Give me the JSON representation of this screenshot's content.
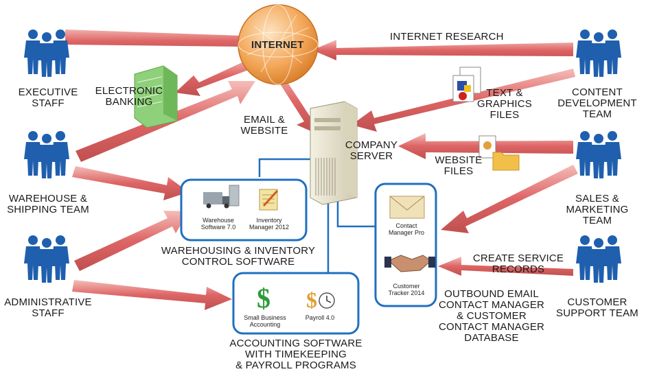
{
  "groups": {
    "executive": [
      "EXECUTIVE",
      "STAFF"
    ],
    "warehouse": [
      "WAREHOUSE &",
      "SHIPPING TEAM"
    ],
    "administrative": [
      "ADMINISTRATIVE",
      "STAFF"
    ],
    "content": [
      "CONTENT",
      "DEVELOPMENT",
      "TEAM"
    ],
    "sales": [
      "SALES &",
      "MARKETING",
      "TEAM"
    ],
    "support": [
      "CUSTOMER",
      "SUPPORT TEAM"
    ]
  },
  "center": {
    "internet": "INTERNET",
    "banking": [
      "ELECTRONIC",
      "BANKING"
    ],
    "email_website": [
      "EMAIL &",
      "WEBSITE"
    ],
    "server": [
      "COMPANY",
      "SERVER"
    ]
  },
  "flows": {
    "internet_research": "INTERNET RESEARCH",
    "text_graphics": [
      "TEXT &",
      "GRAPHICS",
      "FILES"
    ],
    "website_files": [
      "WEBSITE",
      "FILES"
    ],
    "service_records": [
      "CREATE SERVICE",
      "RECORDS"
    ]
  },
  "software_groups": {
    "warehousing": [
      "WAREHOUSING & INVENTORY",
      "CONTROL SOFTWARE"
    ],
    "accounting": [
      "ACCOUNTING SOFTWARE",
      "WITH TIMEKEEPING",
      "& PAYROLL PROGRAMS"
    ],
    "contact": [
      "OUTBOUND EMAIL",
      "CONTACT MANAGER",
      "& CUSTOMER",
      "CONTACT MANAGER",
      "DATABASE"
    ]
  },
  "apps": {
    "warehouse_sw": [
      "Warehouse",
      "Software 7.0"
    ],
    "inventory_mgr": [
      "Inventory",
      "Manager 2012"
    ],
    "small_business": [
      "Small Business",
      "Accounting"
    ],
    "payroll": [
      "Payroll 4.0"
    ],
    "contact_pro": [
      "Contact",
      "Manager Pro"
    ],
    "customer_tracker": [
      "Customer",
      "Tracker 2014"
    ]
  },
  "colors": {
    "arrow": "#d84a4a",
    "arrow_light": "#f4c7c4",
    "box_border": "#1f6fc0",
    "people": "#1f5fae",
    "globe": "#f0a048",
    "building": "#8fd07a"
  },
  "icons": [
    "person-group-icon",
    "globe-icon",
    "building-icon",
    "server-tower-icon",
    "truck-icon",
    "notepad-icon",
    "dollar-icon",
    "clock-icon",
    "envelope-icon",
    "handshake-icon",
    "document-icon",
    "folder-icon"
  ]
}
